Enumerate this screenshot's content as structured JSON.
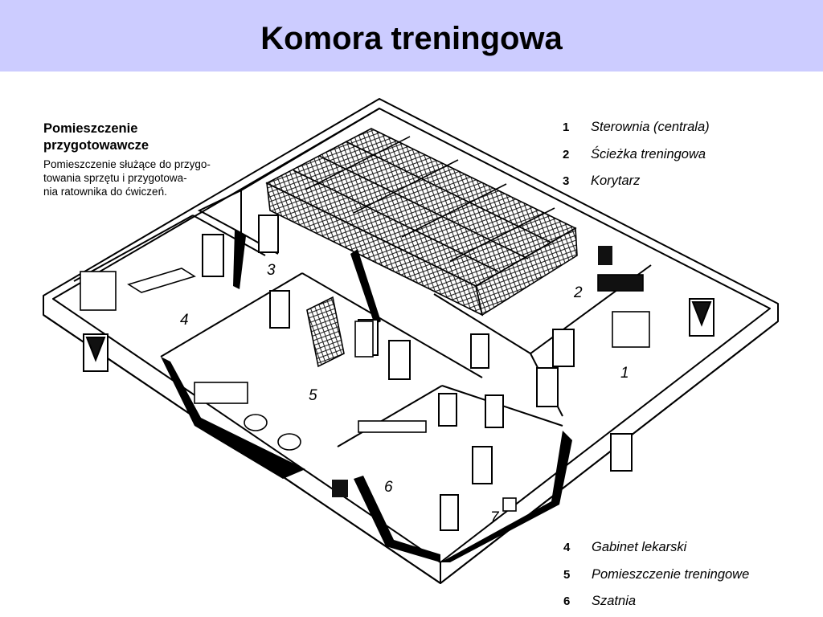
{
  "header": {
    "title": "Komora treningowa",
    "background": "#ccccff"
  },
  "description": {
    "heading_line1": "Pomieszczenie",
    "heading_line2": "przygotowawcze",
    "text_line1": "Pomieszczenie służące do przygo-",
    "text_line2": "towania sprzętu i przygotowa-",
    "text_line3": "nia ratownika do ćwiczeń."
  },
  "legend_top": [
    {
      "number": "1",
      "label": "Sterownia (centrala)"
    },
    {
      "number": "2",
      "label": "Ścieżka treningowa"
    },
    {
      "number": "3",
      "label": "Korytarz"
    }
  ],
  "legend_bottom": [
    {
      "number": "4",
      "label": "Gabinet lekarski"
    },
    {
      "number": "5",
      "label": "Pomieszczenie treningowe"
    },
    {
      "number": "6",
      "label": "Szatnia"
    }
  ],
  "room_numbers": {
    "r1": "1",
    "r2": "2",
    "r3": "3",
    "r4": "4",
    "r5": "5",
    "r6": "6",
    "r7": "7"
  }
}
